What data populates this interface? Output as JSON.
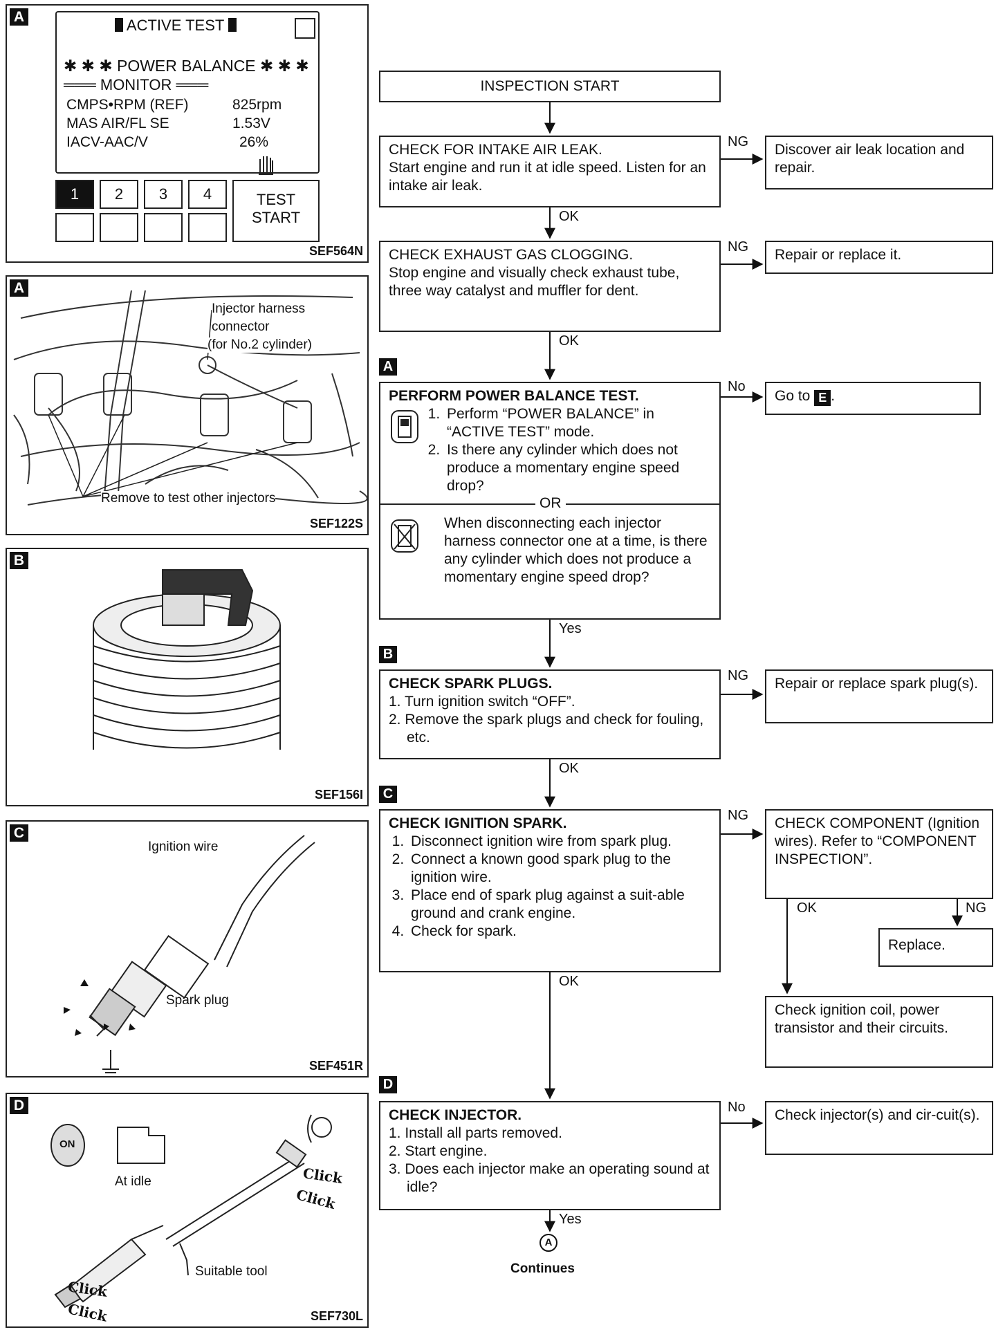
{
  "panels": {
    "a1": {
      "tag": "A",
      "screen_title": "ACTIVE TEST",
      "heading": "✱ ✱ ✱ POWER BALANCE ✱ ✱ ✱",
      "monitor": "═══ MONITOR ═══",
      "rows": [
        {
          "name": "CMPS•RPM (REF)",
          "value": "825rpm"
        },
        {
          "name": "MAS AIR/FL SE",
          "value": "1.53V"
        },
        {
          "name": "IACV-AAC/V",
          "value": "26%"
        }
      ],
      "buttons": [
        "1",
        "2",
        "3",
        "4"
      ],
      "test_line1": "TEST",
      "test_line2": "START",
      "code": "SEF564N"
    },
    "a2": {
      "tag": "A",
      "label_harness_1": "Injector harness",
      "label_harness_2": "connector",
      "label_harness_3": "(for No.2 cylinder)",
      "label_remove": "Remove to test other injectors",
      "code": "SEF122S"
    },
    "b": {
      "tag": "B",
      "code": "SEF156I"
    },
    "c": {
      "tag": "C",
      "label_wire": "Ignition wire",
      "label_plug": "Spark plug",
      "code": "SEF451R"
    },
    "d": {
      "tag": "D",
      "label_on": "ON",
      "label_idle": "At idle",
      "label_tool": "Suitable tool",
      "click": "Click",
      "code": "SEF730L"
    }
  },
  "flow": {
    "start": "INSPECTION START",
    "intake": {
      "title": "CHECK FOR INTAKE AIR LEAK.",
      "body": "Start engine and run it at idle speed. Listen for an intake air leak."
    },
    "intake_ng": "Discover air leak location and repair.",
    "exhaust": {
      "title": "CHECK EXHAUST GAS CLOGGING.",
      "body": "Stop engine and visually check exhaust tube, three way catalyst and muffler for dent."
    },
    "exhaust_ng": "Repair or replace it.",
    "power": {
      "label": "A",
      "title": "PERFORM POWER BALANCE TEST.",
      "step1": "Perform “POWER BALANCE” in “ACTIVE TEST” mode.",
      "step2": "Is there any cylinder which does not produce a momentary engine speed drop?",
      "or": "OR",
      "alt": "When disconnecting each injector harness connector one at a time, is there any cylinder which does not produce a momentary engine speed drop?"
    },
    "power_no_prefix": "Go to",
    "power_no_ref": "E",
    "power_no_suffix": ".",
    "plugs": {
      "label": "B",
      "title": "CHECK SPARK PLUGS.",
      "step1": "1. Turn ignition switch “OFF”.",
      "step2": "2. Remove the spark plugs and check for fouling, etc."
    },
    "plugs_ng": "Repair or replace spark plug(s).",
    "spark": {
      "label": "C",
      "title": "CHECK IGNITION SPARK.",
      "step1": "Disconnect ignition wire from spark plug.",
      "step2": "Connect a known good spark plug to the ignition wire.",
      "step3": "Place end of spark plug against a suit-able ground and crank engine.",
      "step4": "Check for spark."
    },
    "component": "CHECK COMPONENT (Ignition wires). Refer to “COMPONENT INSPECTION”.",
    "replace": "Replace.",
    "coil": "Check ignition coil, power transistor and their circuits.",
    "injector": {
      "label": "D",
      "title": "CHECK INJECTOR.",
      "step1": "1. Install all parts removed.",
      "step2": "2. Start engine.",
      "step3": "3. Does each injector make an operating sound at idle?"
    },
    "injector_no": "Check injector(s) and cir-cuit(s).",
    "connector": "A",
    "continues": "Continues",
    "labels": {
      "ng": "NG",
      "ok": "OK",
      "no": "No",
      "yes": "Yes"
    }
  }
}
